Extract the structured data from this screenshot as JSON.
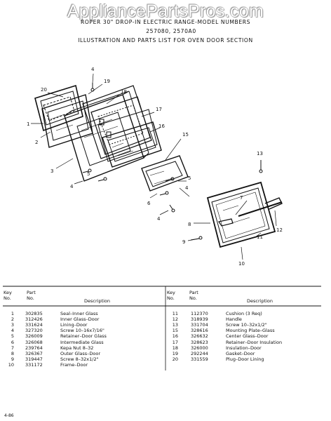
{
  "watermark": "AppliancePartsPros.com",
  "header": {
    "line1": "ROPER 30\" DROP-IN ELECTRIC RANGE-MODEL NUMBERS",
    "line2": "257080, 2570A0",
    "line3": "ILLUSTRATION AND PARTS LIST FOR OVEN DOOR SECTION"
  },
  "callouts": [
    "1",
    "2",
    "3",
    "4",
    "5",
    "6",
    "7",
    "8",
    "9",
    "10",
    "11",
    "12",
    "13",
    "15",
    "16",
    "17",
    "18",
    "19",
    "20",
    "4",
    "4",
    "5",
    "4"
  ],
  "table": {
    "headers": {
      "key": "Key\nNo.",
      "part": "Part\nNo.",
      "description": "Description"
    },
    "left": [
      {
        "key": "1",
        "part": "302835",
        "desc": "Seal–Inner Glass"
      },
      {
        "key": "2",
        "part": "312426",
        "desc": "Inner Glass–Door"
      },
      {
        "key": "3",
        "part": "331624",
        "desc": "Lining–Door"
      },
      {
        "key": "4",
        "part": "327320",
        "desc": "Screw 10–16x7/16\""
      },
      {
        "key": "5",
        "part": "326009",
        "desc": "Retainer–Door Glass"
      },
      {
        "key": "6",
        "part": "326068",
        "desc": "Intermediate Glass"
      },
      {
        "key": "7",
        "part": "239764",
        "desc": "Kepa Nut 8–32"
      },
      {
        "key": "8",
        "part": "326367",
        "desc": "Outer Glass–Door"
      },
      {
        "key": "9",
        "part": "319447",
        "desc": "Screw 8–32x1/2\""
      },
      {
        "key": "10",
        "part": "331172",
        "desc": "Frame–Door"
      }
    ],
    "right": [
      {
        "key": "11",
        "part": "112370",
        "desc": "Cushion (3 Req)"
      },
      {
        "key": "12",
        "part": "318939",
        "desc": "Handle"
      },
      {
        "key": "13",
        "part": "331704",
        "desc": "Screw 10–32x1/2\""
      },
      {
        "key": "15",
        "part": "328616",
        "desc": "Mounting Plate–Glass"
      },
      {
        "key": "16",
        "part": "326632",
        "desc": "Center Glass–Door"
      },
      {
        "key": "17",
        "part": "328623",
        "desc": "Retainer–Door Insulation"
      },
      {
        "key": "18",
        "part": "326000",
        "desc": "Insulation–Door"
      },
      {
        "key": "19",
        "part": "292244",
        "desc": "Gasket–Door"
      },
      {
        "key": "20",
        "part": "331559",
        "desc": "Plug–Door Lining"
      }
    ]
  },
  "page_number": "4-86"
}
